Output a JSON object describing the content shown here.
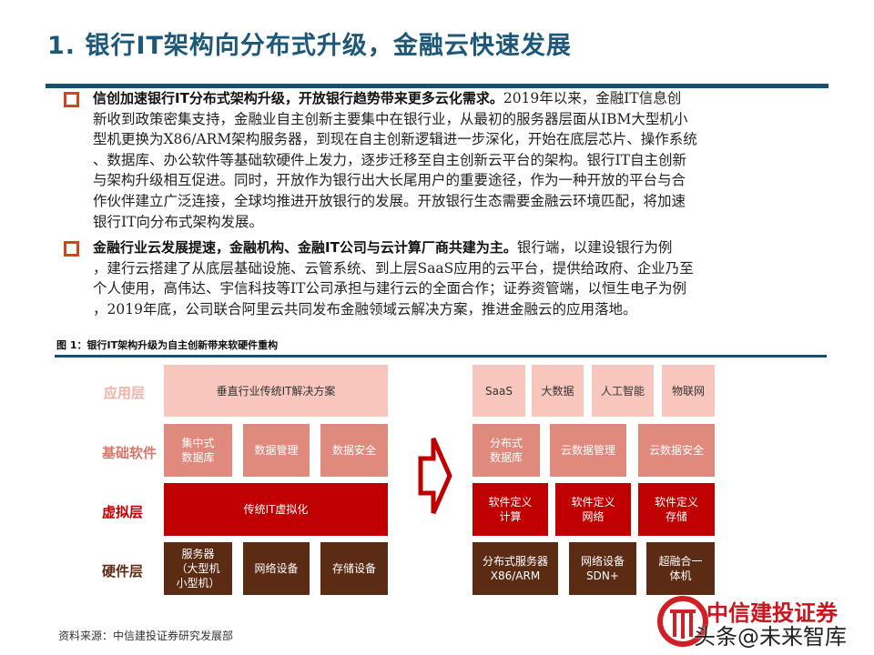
{
  "title": "1. 银行IT架构向分布式升级，金融云快速发展",
  "paragraphs": [
    {
      "bold": "信创加速银行IT分布式架构升级，开放银行趋势带来更多云化需求。",
      "first_rest": "2019年以来，金融IT信息创",
      "lines": [
        "新收到政策密集支持，金融业自主创新主要集中在银行业，从最初的服务器层面从IBM大型机小",
        "型机更换为X86/ARM架构服务器，到现在自主创新逻辑进一步深化，开始在底层芯片、操作系统",
        "、数据库、办公软件等基础软硬件上发力，逐步迁移至自主创新云平台的架构。银行IT自主创新",
        "与架构升级相互促进。同时，开放作为银行出大长尾用户的重要途径，作为一种开放的平台与合",
        "作伙伴建立广泛连接，全球均推进开放银行的发展。开放银行生态需要金融云环境匹配，将加速",
        "银行IT向分布式架构发展。"
      ]
    },
    {
      "bold": "金融行业云发展提速，金融机构、金融IT公司与云计算厂商共建为主。",
      "first_rest": "银行端，以建设银行为例",
      "lines": [
        "，建行云搭建了从底层基础设施、云管系统、到上层SaaS应用的云平台，提供给政府、企业乃至",
        "个人使用，高伟达、宇信科技等IT公司承担与建行云的全面合作；证券资管端，以恒生电子为例",
        "，2019年底，公司联合阿里云共同发布金融领域云解决方案，推进金融云的应用落地。"
      ]
    }
  ],
  "figure": {
    "caption": "图 1：银行IT架构升级为自主创新带来软硬件重构",
    "layers": {
      "app": "应用层",
      "base": "基础软件",
      "virt": "虚拟层",
      "hw": "硬件层"
    },
    "left": {
      "app": [
        "垂直行业传统IT解决方案"
      ],
      "base": [
        "集中式\n数据库",
        "数据管理",
        "数据安全"
      ],
      "virt": [
        "传统IT虚拟化"
      ],
      "hw": [
        "服务器\n（大型机\n小型机）",
        "网络设备",
        "存储设备"
      ]
    },
    "right": {
      "app": [
        "SaaS",
        "大数据",
        "人工智能",
        "物联网"
      ],
      "base": [
        "分布式\n数据库",
        "云数据管理",
        "云数据安全"
      ],
      "virt": [
        "软件定义\n计算",
        "软件定义\n网络",
        "软件定义\n存储"
      ],
      "hw": [
        "分布式服务器\nX86/ARM",
        "网络设备\nSDN+",
        "超融合一\n体机"
      ]
    },
    "colors": {
      "app": "#f8c6bd",
      "base": "#e0897d",
      "virt": "#c00000",
      "hw": "#5b2b14",
      "arrow": "#c00000"
    }
  },
  "source": "资料来源：中信建投证券研究发展部",
  "logo": {
    "brand": "中信建投证券",
    "watermark": "头条@未来智库"
  }
}
